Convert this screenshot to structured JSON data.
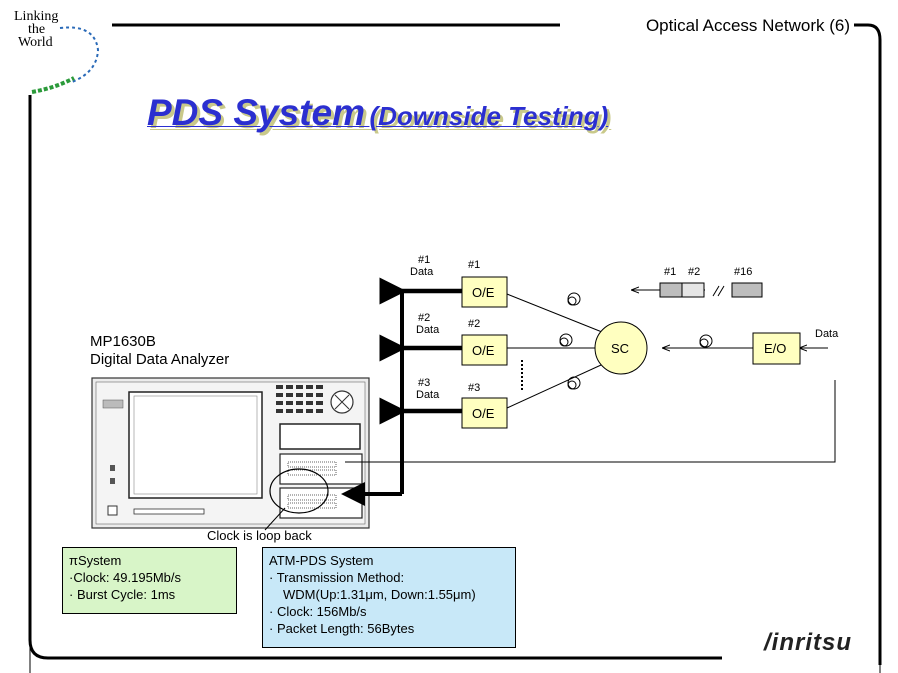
{
  "header": {
    "logo_lines": [
      "Linking",
      "the",
      "World"
    ],
    "title": "Optical Access Network (6)"
  },
  "main_title": {
    "main": "PDS System",
    "sub": "(Downside Testing)"
  },
  "analyzer": {
    "model": "MP1630B",
    "name": "Digital Data Analyzer",
    "callout": "Clock is loop back"
  },
  "diagram": {
    "channels": [
      {
        "num": "#1",
        "data": "Data",
        "label": "#1",
        "box": "O/E"
      },
      {
        "num": "#2",
        "data": "Data",
        "label": "#2",
        "box": "O/E"
      },
      {
        "num": "#3",
        "data": "Data",
        "label": "#3",
        "box": "O/E"
      }
    ],
    "splitter": "SC",
    "transmitter": "E/O",
    "tx_data_label": "Data",
    "packets": [
      "#1",
      "#2",
      "#16"
    ]
  },
  "info_pi": {
    "title": "πSystem",
    "lines": [
      "·Clock: 49.195Mb/s",
      "· Burst Cycle: 1ms"
    ]
  },
  "info_atm": {
    "title": "ATM-PDS System",
    "lines": [
      "· Transmission Method:",
      "WDM(Up:1.31μm, Down:1.55μm)",
      "· Clock: 156Mb/s",
      "· Packet Length: 56Bytes"
    ]
  },
  "brand": "/inritsu",
  "colors": {
    "title_blue": "#2b2fd0",
    "yellow_box": "#ffffc0",
    "green_box": "#d8f5c8",
    "blue_box": "#c8e8f8"
  }
}
